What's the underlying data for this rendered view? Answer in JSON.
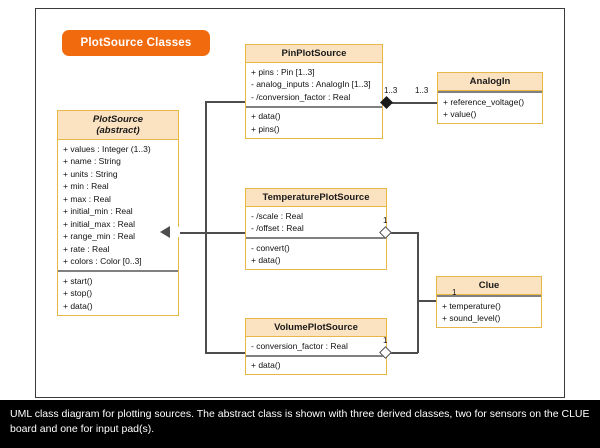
{
  "frame": {
    "title_badge": "PlotSource Classes"
  },
  "caption": {
    "text": "UML class diagram for plotting sources. The abstract class is shown with three derived classes, two for sensors on the CLUE board and one for input pad(s)."
  },
  "classes": {
    "plotsource": {
      "name": "PlotSource",
      "stereotype": "(abstract)",
      "attributes": [
        "+ values : Integer (1..3)",
        "+ name : String",
        "+ units : String",
        "+ min : Real",
        "+ max : Real",
        "+ initial_min : Real",
        "+ initial_max : Real",
        "+ range_min : Real",
        "+ rate : Real",
        "+ colors : Color [0..3]"
      ],
      "operations": [
        "+ start()",
        "+ stop()",
        "+ data()"
      ]
    },
    "pinplotsource": {
      "name": "PinPlotSource",
      "attributes": [
        "+ pins : Pin [1..3]",
        "- analog_inputs : AnalogIn [1..3]",
        "- /conversion_factor : Real"
      ],
      "operations": [
        "+ data()",
        "+ pins()"
      ]
    },
    "analogin": {
      "name": "AnalogIn",
      "attributes": [],
      "operations": [
        "+ reference_voltage()",
        "+ value()"
      ]
    },
    "temperatureplotsource": {
      "name": "TemperaturePlotSource",
      "attributes": [
        "- /scale : Real",
        "- /offset : Real"
      ],
      "operations": [
        "- convert()",
        "+ data()"
      ]
    },
    "volumeplotsource": {
      "name": "VolumePlotSource",
      "attributes": [
        "- conversion_factor : Real"
      ],
      "operations": [
        "+ data()"
      ]
    },
    "clue": {
      "name": "Clue",
      "attributes": [],
      "operations": [
        "+ temperature()",
        "+ sound_level()"
      ]
    }
  },
  "relationships": {
    "pin_analogin_source_mult": "1..3",
    "pin_analogin_target_mult": "1..3",
    "temperature_clue_mult": "1",
    "volume_clue_mult": "1",
    "clue_mult": "1"
  },
  "colors": {
    "badge": "#f26a0e",
    "class_header": "#fbe2c1",
    "class_border": "#e8b74a",
    "connector": "#4d4d4d",
    "caption_bg": "#000000"
  }
}
